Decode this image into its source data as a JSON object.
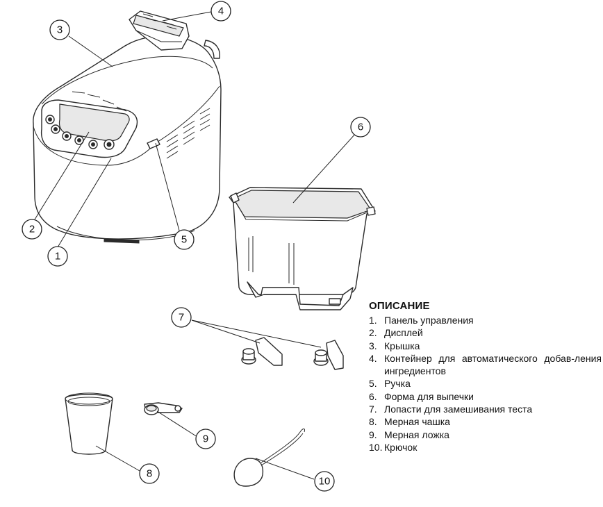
{
  "description": {
    "heading": "ОПИСАНИЕ",
    "items": [
      {
        "number": "1.",
        "text": "Панель управления"
      },
      {
        "number": "2.",
        "text": "Дисплей"
      },
      {
        "number": "3.",
        "text": "Крышка"
      },
      {
        "number": "4.",
        "text": "Контейнер для автоматического добав-ления ингредиентов"
      },
      {
        "number": "5.",
        "text": "Ручка"
      },
      {
        "number": "6.",
        "text": "Форма для выпечки"
      },
      {
        "number": "7.",
        "text": "Лопасти для замешивания теста"
      },
      {
        "number": "8.",
        "text": "Мерная чашка"
      },
      {
        "number": "9.",
        "text": "Мерная ложка"
      },
      {
        "number": "10.",
        "text": "Крючок"
      }
    ]
  },
  "callouts": [
    "1",
    "2",
    "3",
    "4",
    "5",
    "6",
    "7",
    "8",
    "9",
    "10"
  ]
}
